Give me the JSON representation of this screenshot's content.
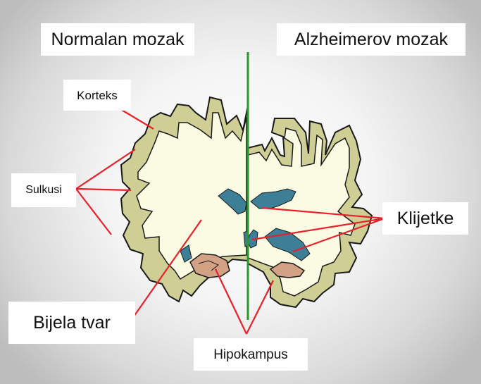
{
  "labels": {
    "normal_brain": "Normalan mozak",
    "alzheimer_brain": "Alzheimerov mozak",
    "cortex": "Korteks",
    "sulci": "Sulkusi",
    "ventricles": "Klijetke",
    "white_matter": "Bijela tvar",
    "hippocampus": "Hipokampus"
  },
  "colors": {
    "cortex": "#cfcf95",
    "white_matter": "#fbfbe3",
    "ventricle": "#3e7f98",
    "hippocampus": "#d3a184",
    "pointer_line": "#e8202a",
    "divider_line": "#2d9630",
    "outline": "#1a1a1a"
  }
}
